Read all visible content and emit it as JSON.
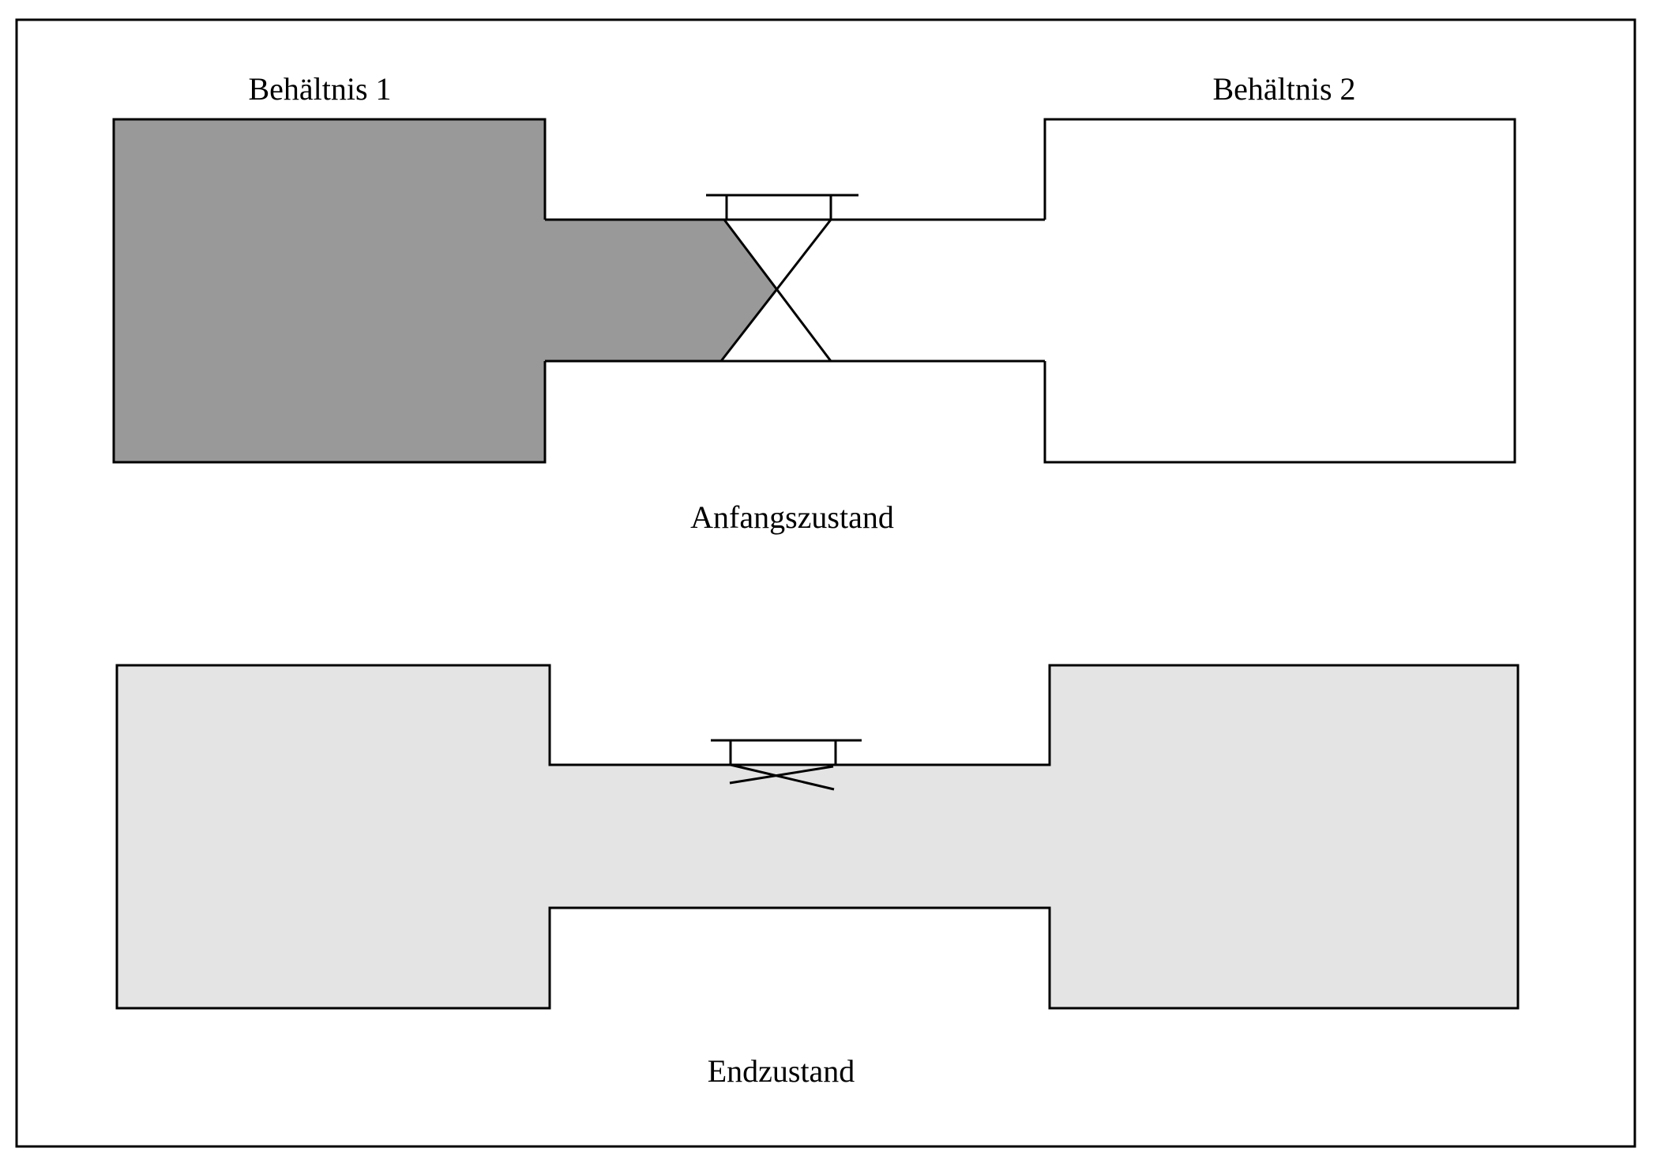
{
  "diagram": {
    "container_labels": {
      "container_1": "Behältnis 1",
      "container_2": "Behältnis 2"
    },
    "states": {
      "initial": {
        "caption": "Anfangszustand",
        "valve": "closed"
      },
      "final": {
        "caption": "Endzustand",
        "valve": "open"
      }
    },
    "colors": {
      "gas_initial": "#999999",
      "gas_final": "#e4e4e4",
      "outline": "#000000",
      "background": "#ffffff"
    }
  }
}
